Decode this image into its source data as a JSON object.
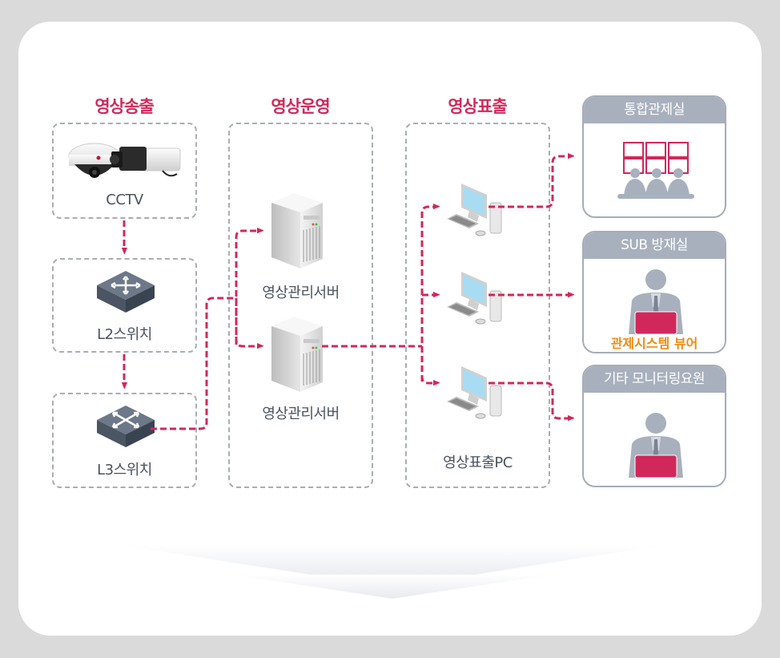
{
  "colors": {
    "accent": "#d1285b",
    "box_border": "#a9aeb4",
    "dest_header": "#a8b0bd",
    "viewer_label": "#f08a14",
    "text": "#4a535c"
  },
  "columns": [
    {
      "title": "영상송출"
    },
    {
      "title": "영상운영"
    },
    {
      "title": "영상표출"
    }
  ],
  "source": {
    "cctv": {
      "label": "CCTV",
      "icon": "cctv-camera-icon"
    },
    "l2": {
      "label": "L2스위치",
      "icon": "network-switch-icon"
    },
    "l3": {
      "label": "L3스위치",
      "icon": "network-switch-icon"
    }
  },
  "operation": {
    "servers": [
      {
        "label": "영상관리서버",
        "icon": "server-tower-icon"
      },
      {
        "label": "영상관리서버",
        "icon": "server-tower-icon"
      }
    ]
  },
  "display": {
    "label": "영상표출PC",
    "pcs": [
      {
        "icon": "desktop-pc-icon"
      },
      {
        "icon": "desktop-pc-icon"
      },
      {
        "icon": "desktop-pc-icon"
      }
    ]
  },
  "destinations": [
    {
      "title": "통합관제실",
      "icon": "control-room-icon",
      "caption": null
    },
    {
      "title": "SUB 방재실",
      "icon": "operator-laptop-icon",
      "caption": "관제시스템 뷰어"
    },
    {
      "title": "기타 모니터링요원",
      "icon": "operator-laptop-icon",
      "caption": null
    }
  ],
  "footer": {
    "icon": "down-arrow-icon"
  }
}
